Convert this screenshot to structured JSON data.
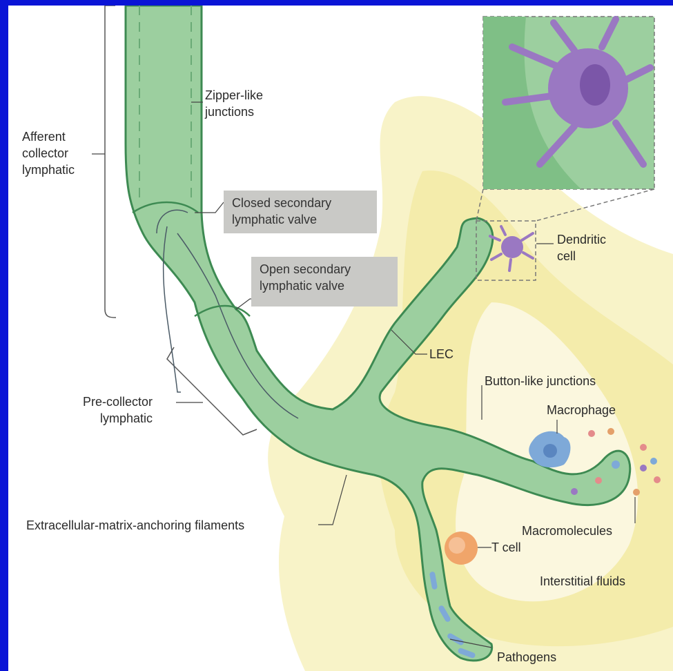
{
  "colors": {
    "frame": "#0a14d6",
    "background": "#ffffff",
    "vessel_fill": "#9ccf9f",
    "vessel_edge": "#3d8a52",
    "interstitial": "#f6efb5",
    "dendritic_cell": "#9a78c2",
    "t_cell": "#f0a56a",
    "macrophage": "#7ea9d8",
    "callout_box": "#c9c9c6"
  },
  "labels": {
    "zipper": "Zipper-like\njunctions",
    "afferent": "Afferent\ncollector\nlymphatic",
    "closed_valve": "Closed secondary\nlymphatic valve",
    "open_valve": "Open secondary\nlymphatic valve",
    "dendritic": "Dendritic\ncell",
    "lec": "LEC",
    "button": "Button-like junctions",
    "macrophage": "Macrophage",
    "precollector": "Pre-collector\nlymphatic",
    "ecm": "Extracellular-matrix-anchoring filaments",
    "macromolecules": "Macromolecules",
    "tcell": "T cell",
    "interstitial": "Interstitial fluids",
    "pathogens": "Pathogens"
  }
}
